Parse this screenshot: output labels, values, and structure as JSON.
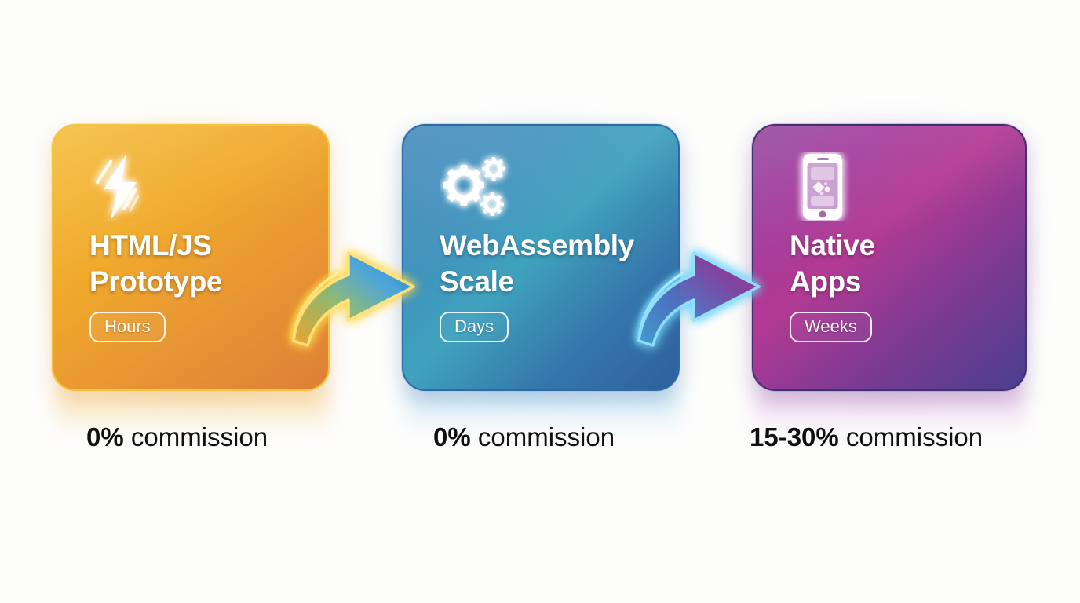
{
  "diagram": {
    "title_text_present": false,
    "background_color": "#fdfdfc",
    "steps": [
      {
        "icon": "lightning-bolt-icon",
        "title": "HTML/JS\nPrototype",
        "badge": "Hours",
        "caption_value": "0%",
        "caption_label": "commission",
        "accent_color": "#f0a92c",
        "gradient_from": "#f3ba2f",
        "gradient_to": "#dd7f37",
        "glow_color": "#ffc93c"
      },
      {
        "icon": "gears-icon",
        "title": "WebAssembly\nScale",
        "badge": "Days",
        "caption_value": "0%",
        "caption_label": "commission",
        "accent_color": "#3f93bd",
        "gradient_from": "#3a82b8",
        "gradient_to": "#2f5f9c",
        "glow_color": "#7ccdf5"
      },
      {
        "icon": "mobile-phone-icon",
        "title": "Native\nApps",
        "badge": "Weeks",
        "caption_value": "15-30%",
        "caption_label": "commission",
        "accent_color": "#a0379a",
        "gradient_from": "#8e3d97",
        "gradient_to": "#4a3f8e",
        "glow_color": "#c36ecd"
      }
    ],
    "connectors": [
      {
        "name": "arrow-step1-to-step2",
        "glow_color": "#ffd84a",
        "direction": "right"
      },
      {
        "name": "arrow-step2-to-step3",
        "glow_color": "#6fd2f7",
        "direction": "right"
      }
    ]
  }
}
